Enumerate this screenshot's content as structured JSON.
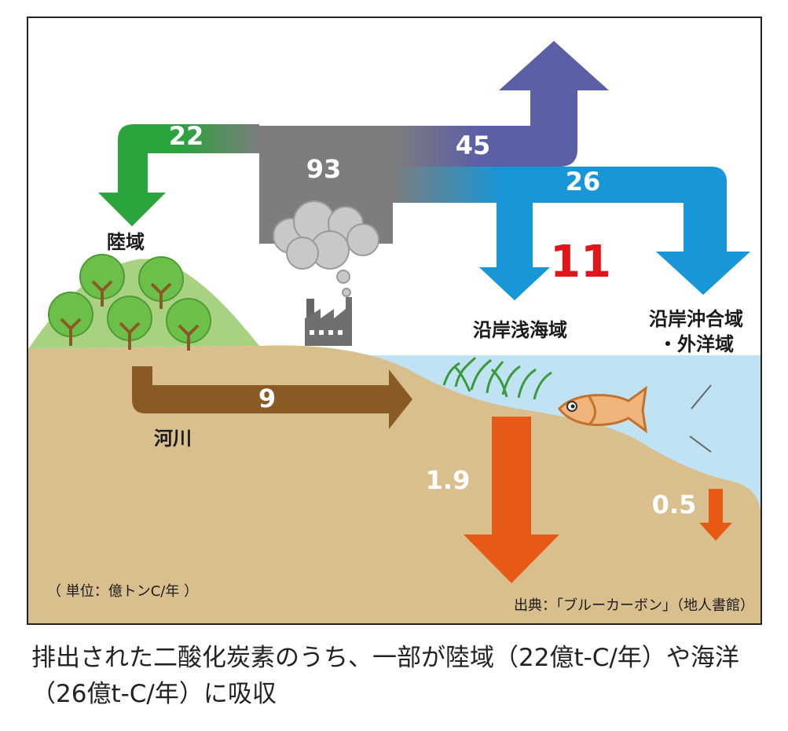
{
  "flows": {
    "emission_total": "93",
    "atmosphere": "45",
    "land_uptake": "22",
    "ocean_uptake": "26",
    "shallow_coastal": "11",
    "river": "9",
    "sediment_shallow": "1.9",
    "sediment_offshore": "0.5"
  },
  "labels": {
    "land": "陸域",
    "river": "河川",
    "shallow_coastal": "沿岸浅海域",
    "offshore_line1": "沿岸沖合域",
    "offshore_line2": "・外洋域"
  },
  "unit_note": "（ 単位：億トンC/年 ）",
  "source_note": "出典：「ブルーカーボン」（地人書館）",
  "caption": "排出された二酸化炭素のうち、一部が陸域（22億t-C/年）や海洋（26億t-C/年）に吸収",
  "colors": {
    "emission_gray": "#7d7d7d",
    "land_green": "#2aa43c",
    "atmosphere_purple": "#5b5fa6",
    "ocean_blue": "#1896d8",
    "river_brown": "#8a5a24",
    "sediment_orange": "#e65a16",
    "soil": "#d9bf8e",
    "sea": "#bfe3f2",
    "hill": "#a8d282",
    "highlight_red": "#e0161b"
  }
}
